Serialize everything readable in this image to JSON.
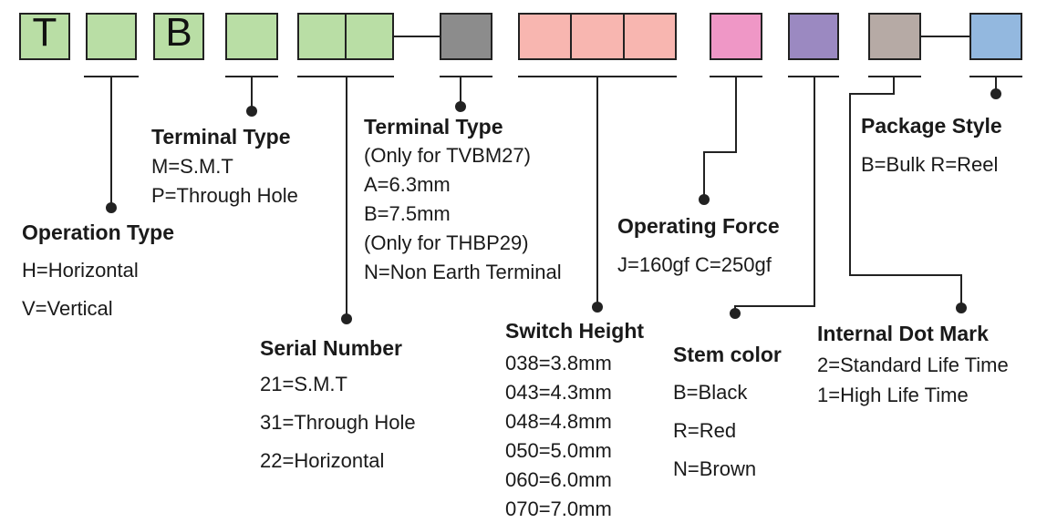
{
  "code_boxes": [
    {
      "char": "T",
      "color": "green"
    },
    {
      "char": "",
      "color": "green"
    },
    {
      "char": "B",
      "color": "green"
    },
    {
      "char": "",
      "color": "green"
    },
    {
      "char": "",
      "color": "green"
    },
    {
      "char": "",
      "color": "green"
    },
    {
      "char": "",
      "color": "gray"
    },
    {
      "char": "",
      "color": "salmon"
    },
    {
      "char": "",
      "color": "salmon"
    },
    {
      "char": "",
      "color": "salmon"
    },
    {
      "char": "",
      "color": "pink"
    },
    {
      "char": "",
      "color": "purple"
    },
    {
      "char": "",
      "color": "taupe"
    },
    {
      "char": "",
      "color": "blue"
    }
  ],
  "colors": {
    "green": "#b9dea5",
    "gray": "#8c8c8c",
    "salmon": "#f8b6b0",
    "pink": "#ef97c6",
    "purple": "#9b89c1",
    "taupe": "#b6aaa5",
    "blue": "#93b8df",
    "line": "#222222"
  },
  "fields": {
    "operation_type": {
      "title": "Operation Type",
      "lines": [
        "H=Horizontal",
        "V=Vertical"
      ]
    },
    "terminal_type_1": {
      "title": "Terminal Type",
      "lines": [
        "M=S.M.T",
        "P=Through Hole"
      ]
    },
    "serial_number": {
      "title": "Serial Number",
      "lines": [
        "21=S.M.T",
        "31=Through Hole",
        "22=Horizontal"
      ]
    },
    "terminal_type_2": {
      "title": "Terminal Type",
      "lines": [
        "(Only for TVBM27)",
        "A=6.3mm",
        "B=7.5mm",
        "(Only for THBP29)",
        "N=Non Earth Terminal"
      ]
    },
    "switch_height": {
      "title": "Switch Height",
      "lines": [
        "038=3.8mm",
        "043=4.3mm",
        "048=4.8mm",
        "050=5.0mm",
        "060=6.0mm",
        "070=7.0mm"
      ]
    },
    "operating_force": {
      "title": "Operating Force",
      "lines": [
        "J=160gf C=250gf"
      ]
    },
    "stem_color": {
      "title": "Stem color",
      "lines": [
        "B=Black",
        "R=Red",
        "N=Brown"
      ]
    },
    "package_style": {
      "title": "Package Style",
      "lines": [
        "B=Bulk R=Reel"
      ]
    },
    "internal_dot_mark": {
      "title": "Internal Dot Mark",
      "lines": [
        "2=Standard Life Time",
        "1=High Life Time"
      ]
    }
  }
}
